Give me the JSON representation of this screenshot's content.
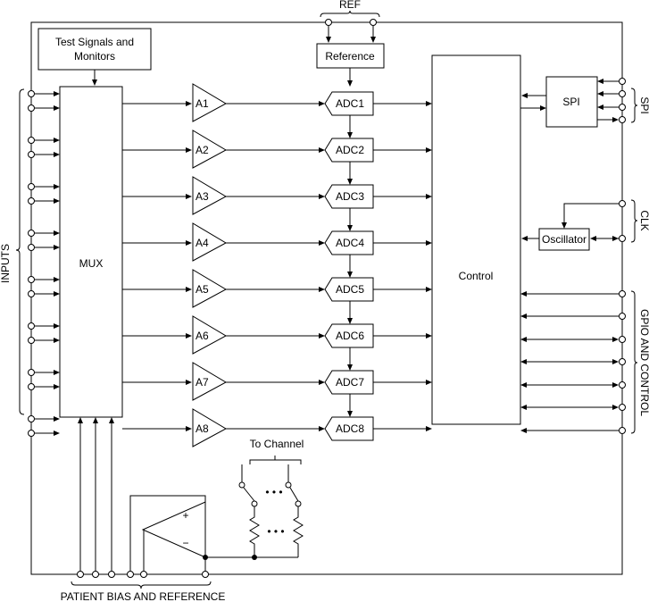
{
  "labels": {
    "test_signals": [
      "Test Signals and",
      "Monitors"
    ],
    "reference": "Reference",
    "ref": "REF",
    "mux": "MUX",
    "control": "Control",
    "spi": "SPI",
    "oscillator": "Oscillator",
    "inputs": "INPUTS",
    "spi_bus": "SPI",
    "clk": "CLK",
    "gpio": "GPIO AND CONTROL",
    "to_channel": "To Channel",
    "patient_bias": "PATIENT BIAS AND REFERENCE",
    "opamp_plus": "+",
    "opamp_minus": "−",
    "ellipsis": "• • •"
  },
  "channels": [
    {
      "amp": "A1",
      "adc": "ADC1"
    },
    {
      "amp": "A2",
      "adc": "ADC2"
    },
    {
      "amp": "A3",
      "adc": "ADC3"
    },
    {
      "amp": "A4",
      "adc": "ADC4"
    },
    {
      "amp": "A5",
      "adc": "ADC5"
    },
    {
      "amp": "A6",
      "adc": "ADC6"
    },
    {
      "amp": "A7",
      "adc": "ADC7"
    },
    {
      "amp": "A8",
      "adc": "ADC8"
    }
  ]
}
